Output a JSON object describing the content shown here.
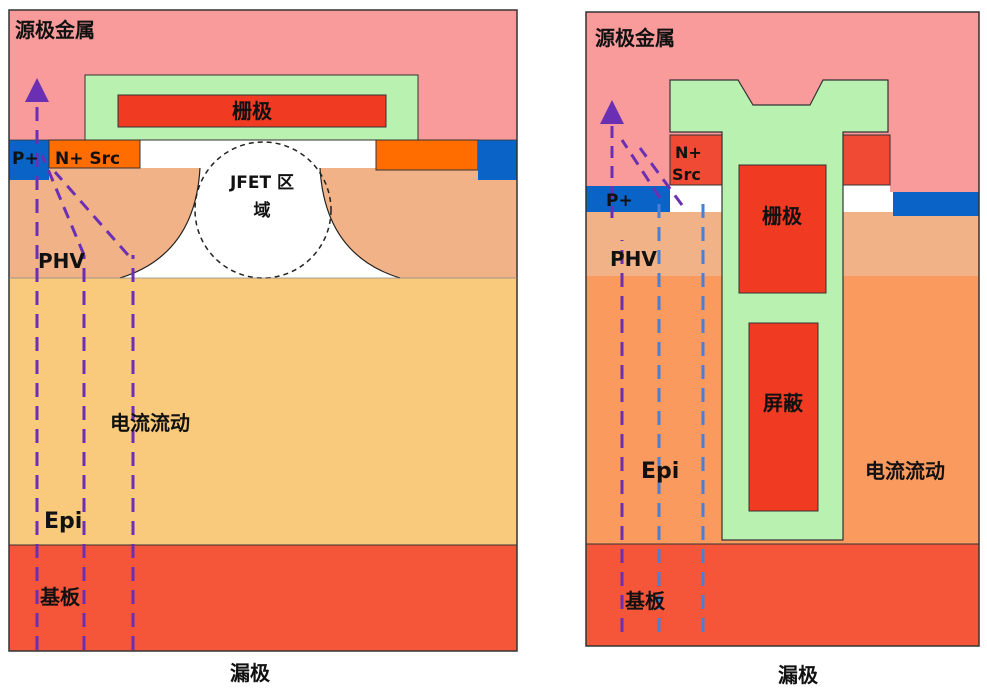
{
  "left": {
    "source_metal": "源极金属",
    "gate": "栅极",
    "p_plus": "P+",
    "n_plus_src": "N+ Src",
    "jfet_line1": "JFET 区",
    "jfet_line2": "域",
    "phv": "PHV",
    "current_flow": "电流流动",
    "epi": "Epi",
    "substrate": "基板",
    "drain": "漏极"
  },
  "right": {
    "source_metal": "源极金属",
    "n_plus_line1": "N+",
    "n_plus_line2": "Src",
    "p_plus": "P+",
    "gate": "栅极",
    "phv": "PHV",
    "shield": "屏蔽",
    "epi": "Epi",
    "current_flow": "电流流动",
    "substrate": "基板",
    "drain": "漏极"
  },
  "colors": {
    "metal": "#f99a9b",
    "oxide": "#b9f2b0",
    "gate": "#f03a22",
    "n_plus": "#ff6d00",
    "p_plus": "#0a64c8",
    "phv": "#f2b287",
    "epi_left": "#f9c97c",
    "epi_right": "#fb9a5f",
    "substrate": "#f5563a",
    "arrow_purple": "#6b2fb3",
    "arrow_blue": "#4a7fd6"
  }
}
